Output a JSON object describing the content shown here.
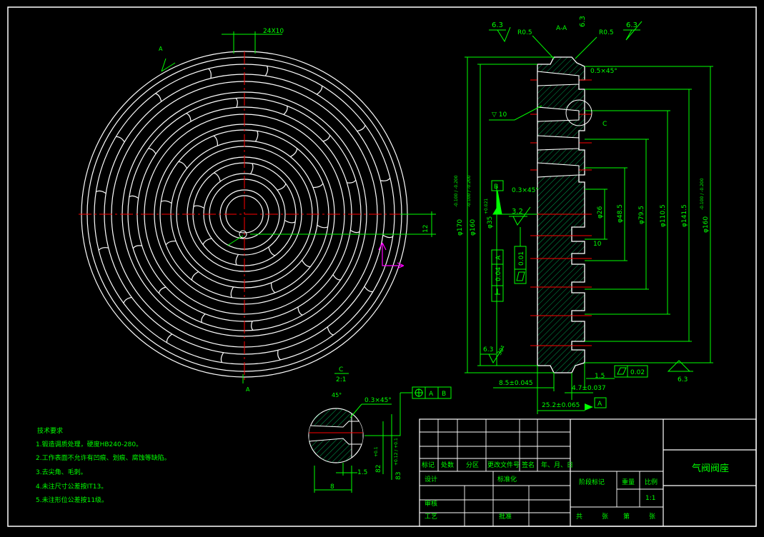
{
  "colors": {
    "background": "#000000",
    "outline": "#ffffff",
    "dimension": "#00ff00",
    "centerline": "#ff0000",
    "hatch": "#00cc66",
    "ucs": "#ff00ff"
  },
  "front_view": {
    "keyway_dim": "24X10",
    "section_mark_top": "A",
    "section_mark_bottom": "A",
    "right_dim": "12"
  },
  "section_view": {
    "title": "A-A",
    "roughness_left": "6.3",
    "roughness_mid": "6.3",
    "roughness_right": "6.3",
    "radius_left": "R0.5",
    "radius_right": "R0.5",
    "chamfer_top": "0.5×45°",
    "chamfer_mid": "0.3×45°",
    "depth_note": "▽ 10",
    "detail_mark": "C",
    "datum_b": "B",
    "roughness_32": "3.2",
    "dia_170": "φ170",
    "dia_170_tol": "-0.100 / -0.200",
    "dia_160": "φ160",
    "dia_160_tol": "-0.100 / -0.200",
    "dia_35": "φ35",
    "dia_35_tol": "+0.021",
    "dia_26": "φ26",
    "dia_48": "φ48.5",
    "dia_79": "φ79.5",
    "dia_110": "φ110.5",
    "dia_141": "φ141.5",
    "dia_160r": "φ160",
    "dia_160r_tol": "-0.100 / -0.200",
    "perp_tol": "0.04",
    "perp_datum": "A",
    "flat_tol_v": "0.01",
    "slot_width": "10",
    "dim_85": "8.5±0.045",
    "dim_15": "1.5",
    "dim_47": "4.7±0.037",
    "dim_252": "25.2±0.065",
    "datum_a": "A",
    "flat_tol": "0.02",
    "roughness_bottom_left": "6.3",
    "roughness_bottom_right": "6.3",
    "angle_30": "30°"
  },
  "detail_view": {
    "title": "C",
    "scale": "2:1",
    "angle": "45°",
    "chamfer": "0.3×45°",
    "pos_tol_a": "A",
    "pos_tol_b": "B",
    "dim_15": "1.5",
    "dim_8": "8",
    "dim_82": "82",
    "dim_82_tol": "+0.1",
    "dim_83": "83",
    "dim_83_tol": "+0.12 / +0.1"
  },
  "notes": {
    "title": "技术要求",
    "items": [
      "1.锻造调质处理，硬度HB240-280。",
      "2.工作表面不允许有凹痕、划痕、腐蚀等缺陷。",
      "3.去尖角、毛刺。",
      "4.未注尺寸公差按IT13。",
      "5.未注形位公差按11级。"
    ]
  },
  "title_block": {
    "drawing_name": "气阀阀座",
    "headers": [
      "标记",
      "处数",
      "分区",
      "更改文件号",
      "签名",
      "年、月、日"
    ],
    "design": "设计",
    "standardize": "标准化",
    "stage_mark": "阶段标记",
    "weight": "重量",
    "scale_label": "比例",
    "scale_value": "1:1",
    "review": "审核",
    "process": "工艺",
    "approve": "批准",
    "sheets": [
      "共",
      "张",
      "第",
      "张"
    ]
  }
}
